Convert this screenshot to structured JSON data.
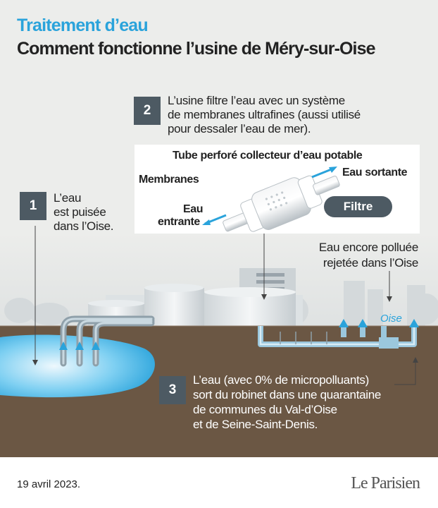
{
  "header": {
    "kicker": "Traitement d’eau",
    "title": "Comment fonctionne l’usine de Méry-sur-Oise"
  },
  "steps": [
    {
      "number": "1",
      "lines": [
        "L’eau",
        "est puisée",
        "dans l’Oise."
      ]
    },
    {
      "number": "2",
      "lines": [
        "L’usine filtre l’eau avec un système",
        "de membranes ultrafines (aussi utilisé",
        "pour dessaler l’eau de mer)."
      ]
    },
    {
      "number": "3",
      "lines": [
        "L’eau (avec 0% de micropolluants)",
        "sort du robinet dans une quarantaine",
        "de communes du Val-d’Oise",
        "et de Seine-Saint-Denis."
      ]
    }
  ],
  "filter_diagram": {
    "tube_label": "Tube perforé collecteur d’eau potable",
    "membranes_label": "Membranes",
    "outlet_label": "Eau sortante",
    "inlet_label_1": "Eau",
    "inlet_label_2": "entrante",
    "filter_label": "Filtre"
  },
  "river_note": {
    "line1": "Eau encore polluée",
    "line2": "rejetée dans l’Oise",
    "river_name": "Oise"
  },
  "footer": {
    "date": "19 avril 2023.",
    "logo": "Le Parisien"
  },
  "colors": {
    "accent_blue": "#2aa3db",
    "box_gray": "#4d5a63",
    "ground_brown": "#6b5744",
    "background": "#ecedeb"
  }
}
